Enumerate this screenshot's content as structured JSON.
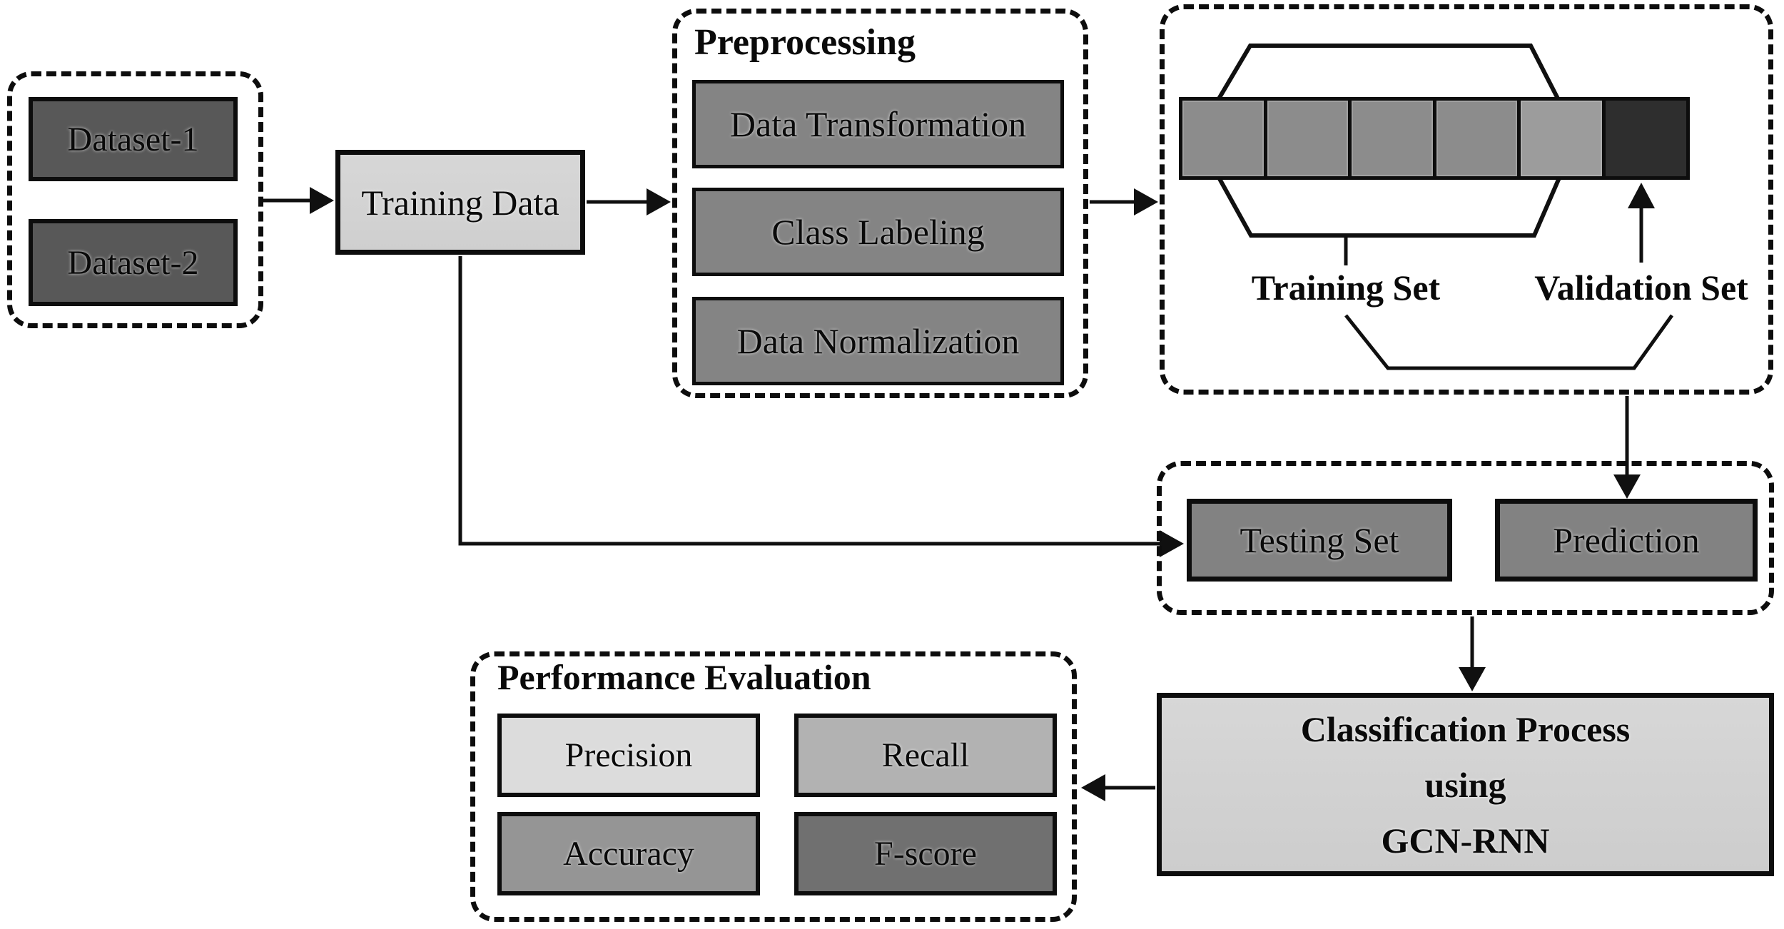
{
  "diagram": {
    "datasets_group": {
      "items": [
        {
          "label": "Dataset-1"
        },
        {
          "label": "Dataset-2"
        }
      ]
    },
    "training_data": {
      "label": "Training Data"
    },
    "preprocessing": {
      "title": "Preprocessing",
      "steps": [
        {
          "label": "Data Transformation"
        },
        {
          "label": "Class Labeling"
        },
        {
          "label": "Data Normalization"
        }
      ]
    },
    "cross_validation": {
      "training_set_label": "Training Set",
      "validation_set_label": "Validation Set",
      "folds": {
        "segment_count": 6,
        "validation_segment_index": 6
      }
    },
    "testing_stage": {
      "testing_set_label": "Testing Set",
      "prediction_label": "Prediction"
    },
    "classification": {
      "line1": "Classification Process",
      "line2": "using",
      "line3": "GCN-RNN"
    },
    "performance": {
      "title": "Performance Evaluation",
      "metrics": [
        {
          "label": "Precision"
        },
        {
          "label": "Recall"
        },
        {
          "label": "Accuracy"
        },
        {
          "label": "F-score"
        }
      ]
    },
    "colors": {
      "background": "#ffffff",
      "line_and_border": "#0d0d0d",
      "dataset_box": "#585858",
      "light_box": "#d3d3d3",
      "medium_box": "#848484",
      "fold_segment": "#8c8c8c",
      "validation_segment": "#2e2e2e",
      "precision_box": "#dcdcdc",
      "recall_box": "#b2b2b2",
      "accuracy_box": "#959595",
      "fscore_box": "#707070",
      "text": "#0a0a0a"
    }
  }
}
